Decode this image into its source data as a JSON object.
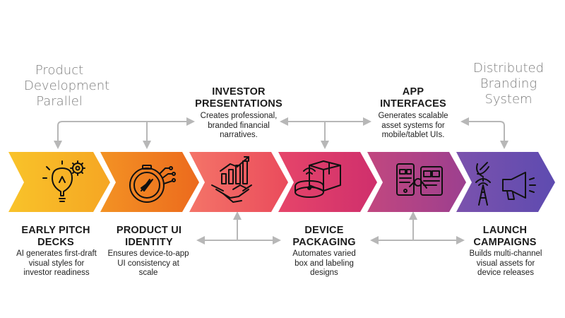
{
  "side_labels": {
    "left": [
      "Product",
      "Development",
      "Parallel"
    ],
    "right": [
      "Distributed",
      "Branding",
      "System"
    ]
  },
  "stages": [
    {
      "title": [
        "EARLY PITCH",
        "DECKS"
      ],
      "desc": [
        "AI generates first-draft",
        "visual styles for",
        "investor readiness"
      ],
      "icon": "lightbulb-gear-icon",
      "color": "#f7b524"
    },
    {
      "title": [
        "PRODUCT UI",
        "IDENTITY"
      ],
      "desc": [
        "Ensures device-to-app",
        "UI consistency at",
        "scale"
      ],
      "icon": "compass-circuit-icon",
      "color": "#f07c1e"
    },
    {
      "title": [
        "INVESTOR",
        "PRESENTATIONS"
      ],
      "desc": [
        "Creates professional,",
        "branded financial",
        "narratives."
      ],
      "icon": "handshake-growth-chart-icon",
      "color": "#ee5a5f"
    },
    {
      "title": [
        "DEVICE",
        "PACKAGING"
      ],
      "desc": [
        "Automates varied",
        "box and labeling",
        "designs"
      ],
      "icon": "device-box-icon",
      "color": "#d9386b"
    },
    {
      "title": [
        "APP",
        "INTERFACES"
      ],
      "desc": [
        "Generates scalable",
        "asset systems for",
        "mobile/tablet UIs."
      ],
      "icon": "app-screens-icon",
      "color": "#b04189"
    },
    {
      "title": [
        "LAUNCH",
        "CAMPAIGNS"
      ],
      "desc": [
        "Builds multi-channel",
        "visual assets for",
        "device releases"
      ],
      "icon": "megaphone-antenna-icon",
      "color": "#6b4fb3"
    }
  ],
  "colors": {
    "connector": "#b7b7b7",
    "icon_stroke": "#111111"
  }
}
